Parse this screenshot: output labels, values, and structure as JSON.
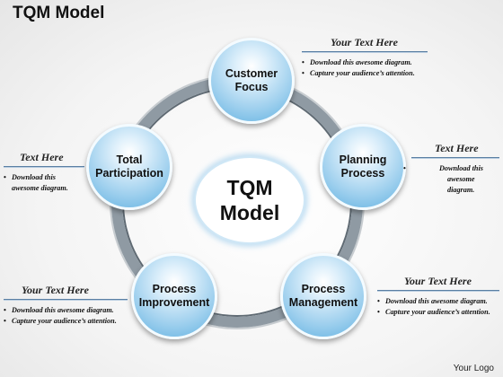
{
  "slide": {
    "title": "TQM Model",
    "logo": "Your Logo"
  },
  "diagram": {
    "center_label": "TQM\nModel",
    "nodes": [
      {
        "label": "Customer\nFocus"
      },
      {
        "label": "Planning\nProcess"
      },
      {
        "label": "Process\nManagement"
      },
      {
        "label": "Process\nImprovement"
      },
      {
        "label": "Total\nParticipation"
      }
    ]
  },
  "callouts": {
    "top_right": {
      "heading": "Your Text Here",
      "bullets": [
        "Download this awesome diagram.",
        "Capture your audience’s attention."
      ]
    },
    "mid_right": {
      "heading": "Text Here",
      "bullets": [
        "Download this awesome diagram."
      ]
    },
    "bottom_right": {
      "heading": "Your Text Here",
      "bullets": [
        "Download this awesome diagram.",
        "Capture your audience’s attention."
      ]
    },
    "mid_left": {
      "heading": "Text Here",
      "bullets": [
        "Download this awesome diagram."
      ]
    },
    "bottom_left": {
      "heading": "Your Text Here",
      "bullets": [
        "Download this awesome diagram.",
        "Capture your audience’s attention."
      ]
    }
  },
  "colors": {
    "node_fill": "#9fd0ee",
    "ring": "#8f9aa3",
    "rule": "#5a7fa3"
  }
}
